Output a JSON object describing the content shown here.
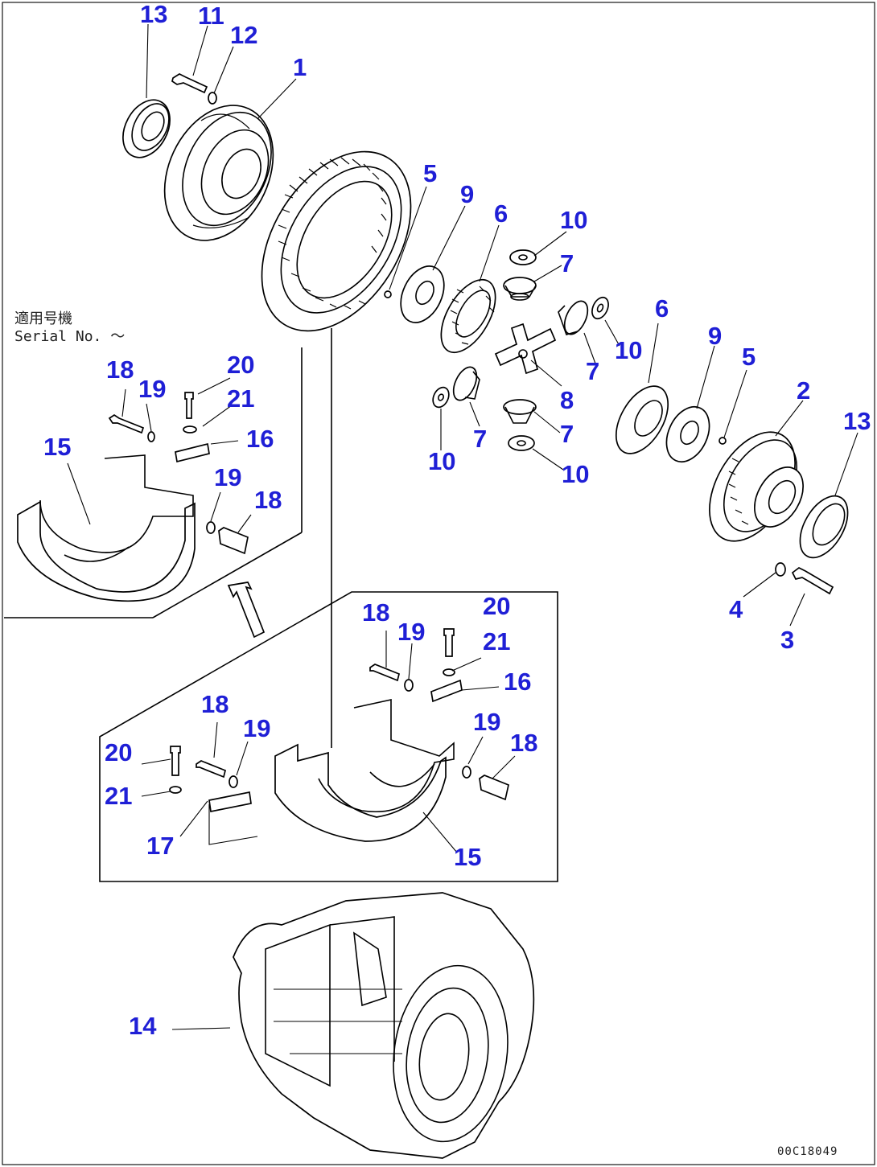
{
  "callouts": [
    {
      "id": "c13a",
      "text": "13"
    },
    {
      "id": "c11",
      "text": "11"
    },
    {
      "id": "c12",
      "text": "12"
    },
    {
      "id": "c1",
      "text": "1"
    },
    {
      "id": "c5a",
      "text": "5"
    },
    {
      "id": "c9a",
      "text": "9"
    },
    {
      "id": "c6a",
      "text": "6"
    },
    {
      "id": "c10a",
      "text": "10"
    },
    {
      "id": "c7a",
      "text": "7"
    },
    {
      "id": "c10b",
      "text": "10"
    },
    {
      "id": "c6b",
      "text": "6"
    },
    {
      "id": "c7b",
      "text": "7"
    },
    {
      "id": "c9b",
      "text": "9"
    },
    {
      "id": "c5b",
      "text": "5"
    },
    {
      "id": "c2",
      "text": "2"
    },
    {
      "id": "c13b",
      "text": "13"
    },
    {
      "id": "c8",
      "text": "8"
    },
    {
      "id": "c10c",
      "text": "10"
    },
    {
      "id": "c7c",
      "text": "7"
    },
    {
      "id": "c7d",
      "text": "7"
    },
    {
      "id": "c10d",
      "text": "10"
    },
    {
      "id": "c4",
      "text": "4"
    },
    {
      "id": "c3",
      "text": "3"
    },
    {
      "id": "c18a",
      "text": "18"
    },
    {
      "id": "c19a",
      "text": "19"
    },
    {
      "id": "c20a",
      "text": "20"
    },
    {
      "id": "c21a",
      "text": "21"
    },
    {
      "id": "c16a",
      "text": "16"
    },
    {
      "id": "c15a",
      "text": "15"
    },
    {
      "id": "c19b",
      "text": "19"
    },
    {
      "id": "c18b",
      "text": "18"
    },
    {
      "id": "c18c",
      "text": "18"
    },
    {
      "id": "c19c",
      "text": "19"
    },
    {
      "id": "c20b",
      "text": "20"
    },
    {
      "id": "c21b",
      "text": "21"
    },
    {
      "id": "c16b",
      "text": "16"
    },
    {
      "id": "c18d",
      "text": "18"
    },
    {
      "id": "c19d",
      "text": "19"
    },
    {
      "id": "c20c",
      "text": "20"
    },
    {
      "id": "c21c",
      "text": "21"
    },
    {
      "id": "c17",
      "text": "17"
    },
    {
      "id": "c19e",
      "text": "19"
    },
    {
      "id": "c18e",
      "text": "18"
    },
    {
      "id": "c15b",
      "text": "15"
    },
    {
      "id": "c14",
      "text": "14"
    }
  ],
  "serial_note": {
    "line1": "適用号機",
    "line2": "Serial No.    ～"
  },
  "drawing_code": "00C18049",
  "colors": {
    "callout": "#1f1fd6",
    "line": "#000000",
    "background": "#ffffff"
  }
}
